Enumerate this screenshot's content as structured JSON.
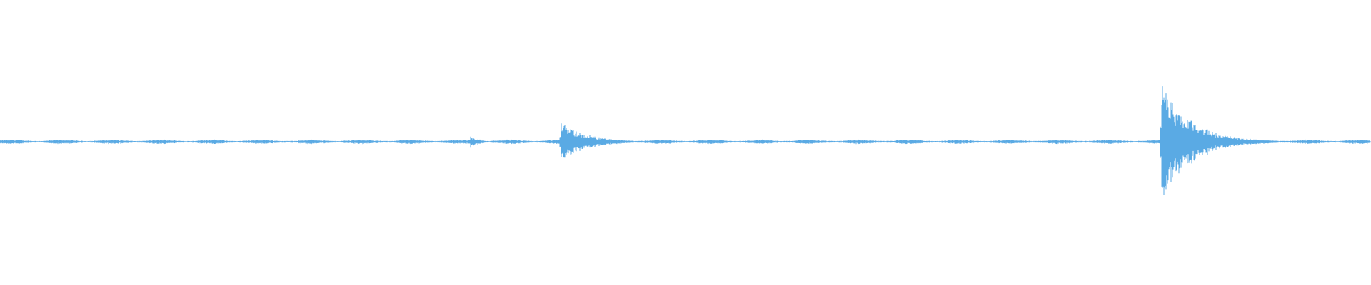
{
  "waveform": {
    "color": "#5aaae4",
    "background": "#ffffff",
    "baseline_amplitude": 0.035,
    "events": [
      {
        "position": 0.409,
        "amplitude": 0.32,
        "decay": 0.6
      },
      {
        "position": 0.847,
        "amplitude": 0.96,
        "decay": 0.7
      },
      {
        "position": 0.343,
        "amplitude": 0.11,
        "decay": 0.2
      }
    ]
  }
}
